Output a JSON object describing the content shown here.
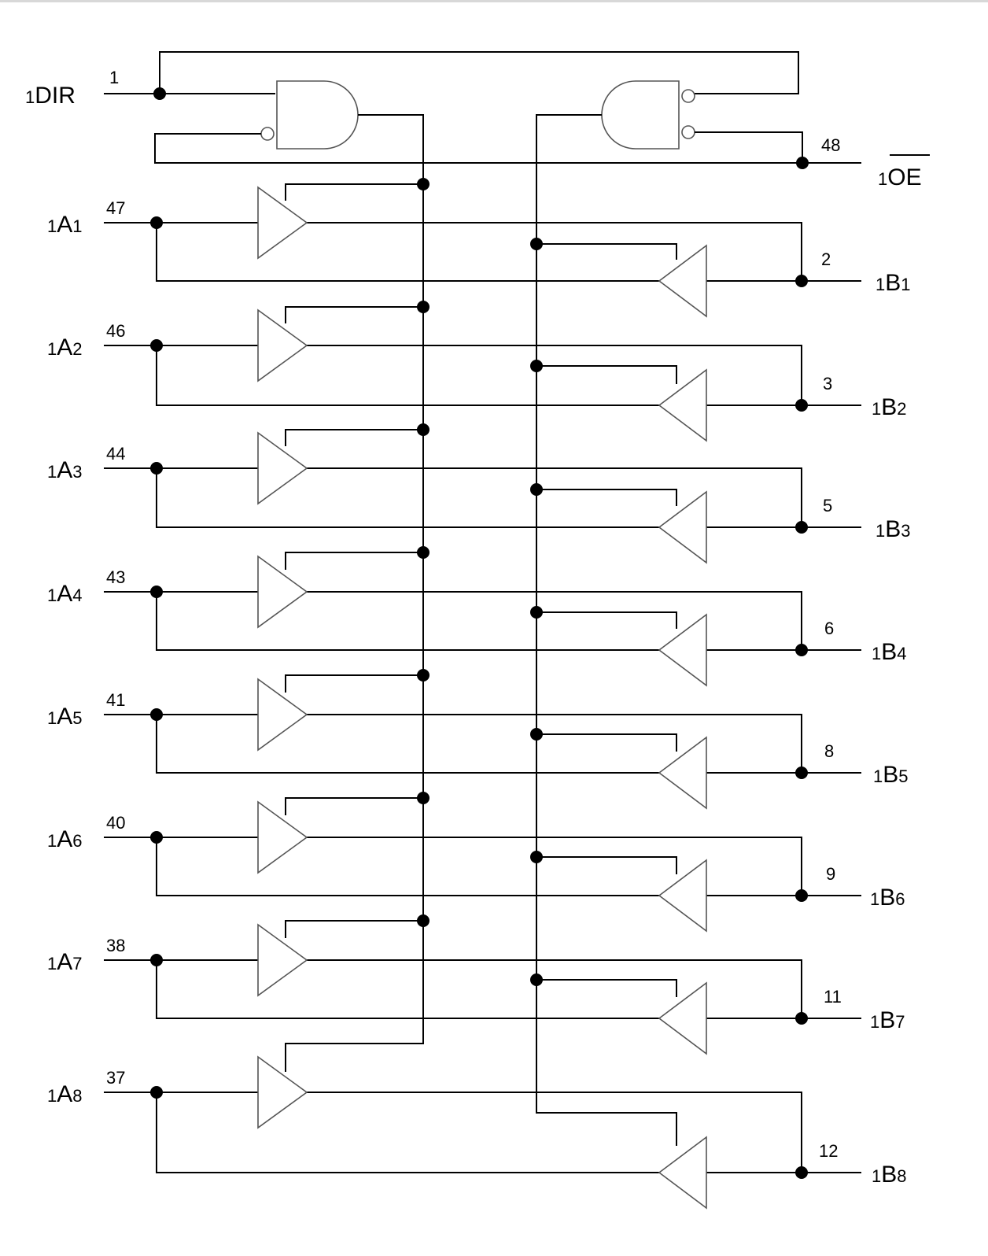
{
  "control_pins": {
    "dir": {
      "prefix": "1",
      "name": "DIR",
      "pin": "1"
    },
    "oe": {
      "prefix": "1",
      "name": "OE",
      "pin": "48"
    }
  },
  "a_pins": [
    {
      "prefix": "1",
      "letter": "A",
      "index": "1",
      "pin": "47"
    },
    {
      "prefix": "1",
      "letter": "A",
      "index": "2",
      "pin": "46"
    },
    {
      "prefix": "1",
      "letter": "A",
      "index": "3",
      "pin": "44"
    },
    {
      "prefix": "1",
      "letter": "A",
      "index": "4",
      "pin": "43"
    },
    {
      "prefix": "1",
      "letter": "A",
      "index": "5",
      "pin": "41"
    },
    {
      "prefix": "1",
      "letter": "A",
      "index": "6",
      "pin": "40"
    },
    {
      "prefix": "1",
      "letter": "A",
      "index": "7",
      "pin": "38"
    },
    {
      "prefix": "1",
      "letter": "A",
      "index": "8",
      "pin": "37"
    }
  ],
  "b_pins": [
    {
      "prefix": "1",
      "letter": "B",
      "index": "1",
      "pin": "2"
    },
    {
      "prefix": "1",
      "letter": "B",
      "index": "2",
      "pin": "3"
    },
    {
      "prefix": "1",
      "letter": "B",
      "index": "3",
      "pin": "5"
    },
    {
      "prefix": "1",
      "letter": "B",
      "index": "4",
      "pin": "6"
    },
    {
      "prefix": "1",
      "letter": "B",
      "index": "5",
      "pin": "8"
    },
    {
      "prefix": "1",
      "letter": "B",
      "index": "6",
      "pin": "9"
    },
    {
      "prefix": "1",
      "letter": "B",
      "index": "7",
      "pin": "11"
    },
    {
      "prefix": "1",
      "letter": "B",
      "index": "8",
      "pin": "12"
    }
  ]
}
